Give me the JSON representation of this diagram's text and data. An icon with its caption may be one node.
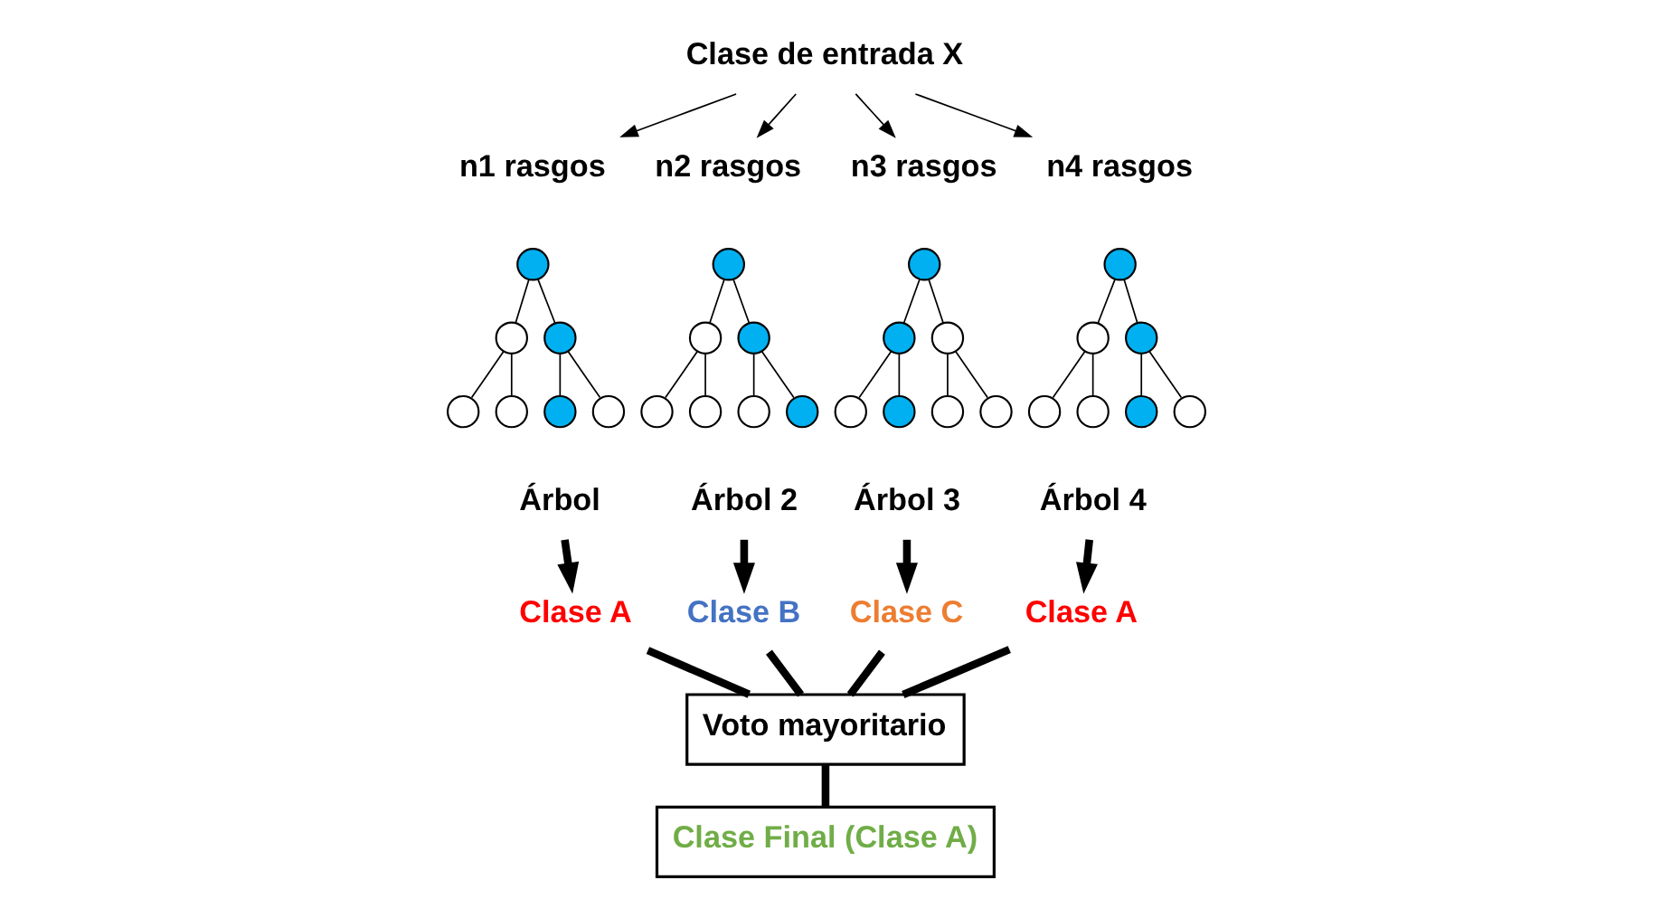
{
  "diagram": {
    "nodes": [
      {
        "text": [
          "Clase de entrada X"
        ]
      },
      {
        "text": [
          "n1 rasgos"
        ]
      },
      {
        "text": [],
        "shape": "circle"
      },
      {
        "text": [],
        "shape": "circle"
      },
      {
        "text": [],
        "shape": "circle"
      },
      {
        "text": [],
        "shape": "circle"
      },
      {
        "text": [],
        "shape": "circle"
      },
      {
        "text": [],
        "shape": "circle"
      },
      {
        "text": [],
        "shape": "circle"
      },
      {
        "text": [
          "Árbol"
        ]
      },
      {
        "text": [
          "Clase A"
        ]
      },
      {
        "text": [
          "n2 rasgos"
        ]
      },
      {
        "text": [],
        "shape": "circle"
      },
      {
        "text": [],
        "shape": "circle"
      },
      {
        "text": [],
        "shape": "circle"
      },
      {
        "text": [],
        "shape": "circle"
      },
      {
        "text": [],
        "shape": "circle"
      },
      {
        "text": [],
        "shape": "circle"
      },
      {
        "text": [],
        "shape": "circle"
      },
      {
        "text": [
          "Árbol 2"
        ]
      },
      {
        "text": [
          "Clase B"
        ]
      },
      {
        "text": [
          "n3 rasgos"
        ]
      },
      {
        "text": [],
        "shape": "circle"
      },
      {
        "text": [],
        "shape": "circle"
      },
      {
        "text": [],
        "shape": "circle"
      },
      {
        "text": [],
        "shape": "circle"
      },
      {
        "text": [],
        "shape": "circle"
      },
      {
        "text": [],
        "shape": "circle"
      },
      {
        "text": [],
        "shape": "circle"
      },
      {
        "text": [
          "Árbol 3"
        ]
      },
      {
        "text": [
          "Clase C"
        ]
      },
      {
        "text": [
          "n4 rasgos"
        ]
      },
      {
        "text": [],
        "shape": "circle"
      },
      {
        "text": [],
        "shape": "circle"
      },
      {
        "text": [],
        "shape": "circle"
      },
      {
        "text": [],
        "shape": "circle"
      },
      {
        "text": [],
        "shape": "circle"
      },
      {
        "text": [],
        "shape": "circle"
      },
      {
        "text": [],
        "shape": "circle"
      },
      {
        "text": [
          "Árbol 4"
        ]
      },
      {
        "text": [
          "Clase A"
        ]
      },
      {
        "text": [
          "Voto mayoritario"
        ]
      },
      {
        "text": [
          "Clase Final (Clase A)"
        ]
      }
    ],
    "edges": [
      {
        "from": 0,
        "to": 1,
        "arrow": "to"
      },
      {
        "from": 0,
        "to": 11,
        "arrow": "to"
      },
      {
        "from": 0,
        "to": 21,
        "arrow": "to"
      },
      {
        "from": 0,
        "to": 31,
        "arrow": "to"
      },
      {
        "from": 2,
        "to": 3,
        "arrow": "none"
      },
      {
        "from": 2,
        "to": 4,
        "arrow": "none"
      },
      {
        "from": 3,
        "to": 5,
        "arrow": "none"
      },
      {
        "from": 3,
        "to": 6,
        "arrow": "none"
      },
      {
        "from": 4,
        "to": 7,
        "arrow": "none"
      },
      {
        "from": 4,
        "to": 8,
        "arrow": "none"
      },
      {
        "from": 9,
        "to": 10,
        "arrow": "to",
        "style": "thick"
      },
      {
        "from": 12,
        "to": 13,
        "arrow": "none"
      },
      {
        "from": 12,
        "to": 14,
        "arrow": "none"
      },
      {
        "from": 13,
        "to": 15,
        "arrow": "none"
      },
      {
        "from": 13,
        "to": 16,
        "arrow": "none"
      },
      {
        "from": 14,
        "to": 17,
        "arrow": "none"
      },
      {
        "from": 14,
        "to": 18,
        "arrow": "none"
      },
      {
        "from": 19,
        "to": 20,
        "arrow": "to",
        "style": "thick"
      },
      {
        "from": 22,
        "to": 23,
        "arrow": "none"
      },
      {
        "from": 22,
        "to": 24,
        "arrow": "none"
      },
      {
        "from": 23,
        "to": 25,
        "arrow": "none"
      },
      {
        "from": 23,
        "to": 26,
        "arrow": "none"
      },
      {
        "from": 24,
        "to": 27,
        "arrow": "none"
      },
      {
        "from": 24,
        "to": 28,
        "arrow": "none"
      },
      {
        "from": 29,
        "to": 30,
        "arrow": "to",
        "style": "thick"
      },
      {
        "from": 32,
        "to": 33,
        "arrow": "none"
      },
      {
        "from": 32,
        "to": 34,
        "arrow": "none"
      },
      {
        "from": 33,
        "to": 35,
        "arrow": "none"
      },
      {
        "from": 33,
        "to": 36,
        "arrow": "none"
      },
      {
        "from": 34,
        "to": 37,
        "arrow": "none"
      },
      {
        "from": 34,
        "to": 38,
        "arrow": "none"
      },
      {
        "from": 39,
        "to": 40,
        "arrow": "to",
        "style": "thick"
      },
      {
        "from": 10,
        "to": 41,
        "arrow": "none",
        "style": "thick"
      },
      {
        "from": 20,
        "to": 41,
        "arrow": "none",
        "style": "thick"
      },
      {
        "from": 30,
        "to": 41,
        "arrow": "none",
        "style": "thick"
      },
      {
        "from": 40,
        "to": 41,
        "arrow": "none",
        "style": "thick"
      },
      {
        "from": 41,
        "to": 42,
        "arrow": "none",
        "style": "thick"
      }
    ]
  }
}
